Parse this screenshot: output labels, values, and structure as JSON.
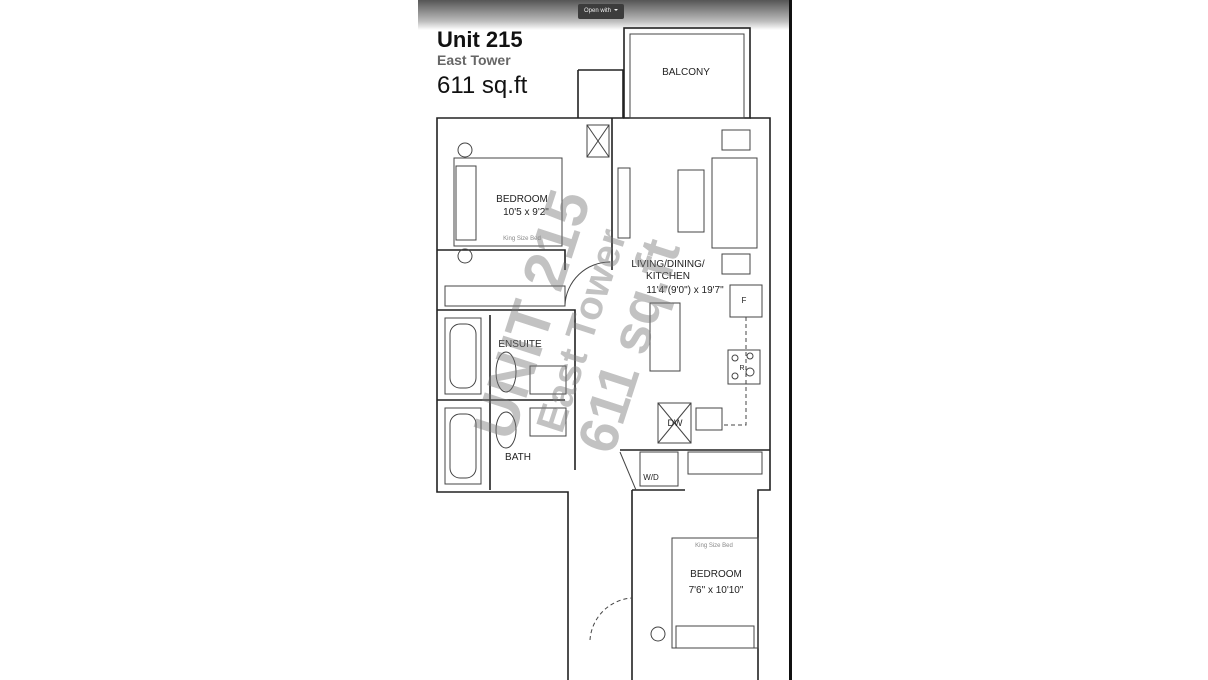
{
  "viewer": {
    "open_with_label": "Open with",
    "chevron_icon": "caret-down-icon"
  },
  "plan": {
    "unit": "Unit 215",
    "tower": "East Tower",
    "area": "611 sq.ft",
    "rooms": {
      "balcony": "BALCONY",
      "bedroom1": "BEDROOM",
      "bedroom1_dim": "10'5 x 9'2\"",
      "bedroom1_bed": "King Size Bed",
      "living_1": "LIVING/DINING/",
      "living_2": "KITCHEN",
      "living_dim": "11'4\"(9'0\") x 19'7\"",
      "ensuite": "ENSUITE",
      "bath": "BATH",
      "dw": "DW",
      "wd": "W/D",
      "fridge": "F",
      "range": "R",
      "bedroom2": "BEDROOM",
      "bedroom2_dim": "7'6\" x 10'10\"",
      "bedroom2_bed": "King Size Bed"
    },
    "watermark": {
      "line1": "UNIT 215",
      "line2": "East Tower",
      "line3": "611 sq.ft"
    }
  }
}
